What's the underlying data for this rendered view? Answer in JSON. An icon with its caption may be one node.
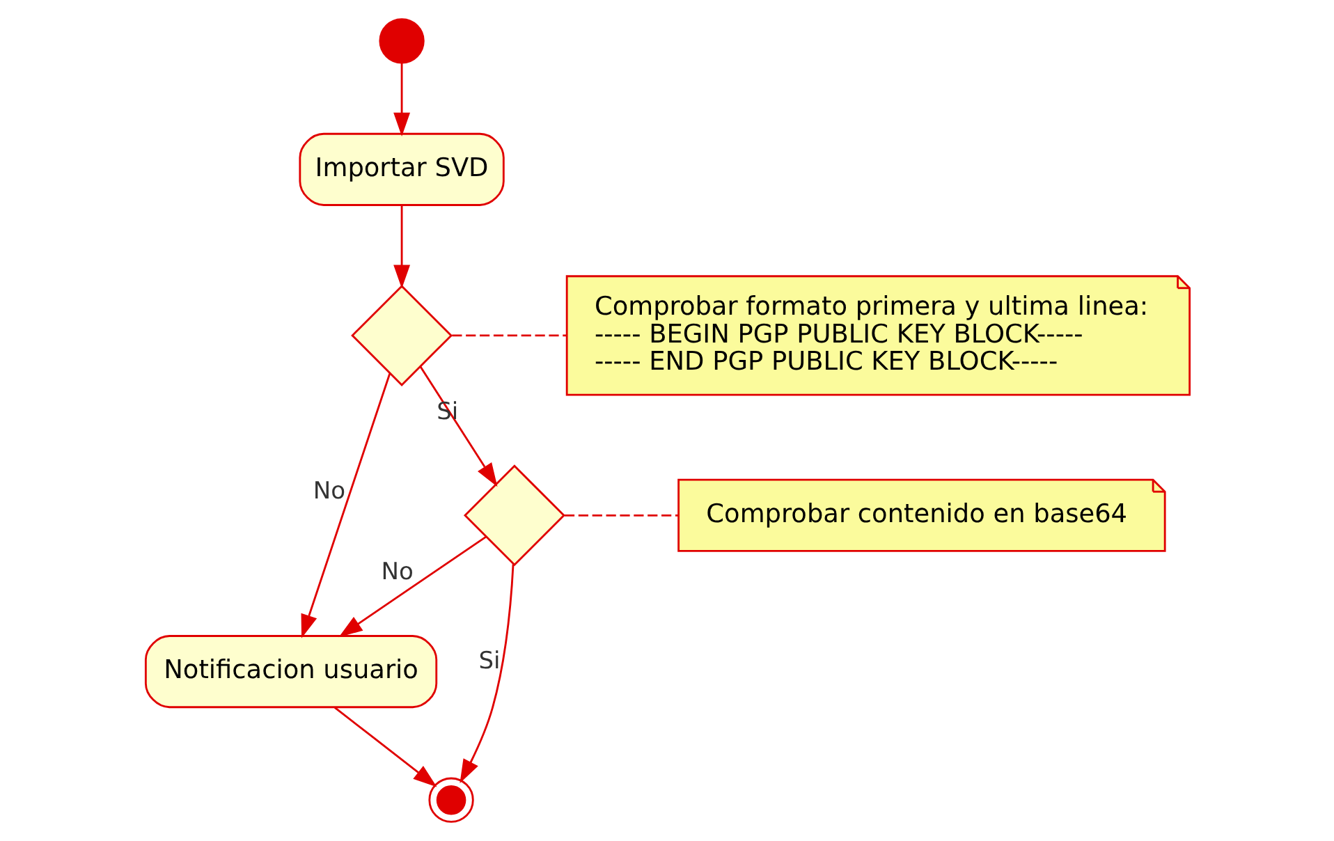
{
  "diagram": {
    "nodes": [
      {
        "text": [],
        "shape": "circle"
      },
      {
        "text": [
          "Importar SVD"
        ]
      },
      {
        "text": [],
        "shape": "diamond"
      },
      {
        "text": [
          "Comprobar formato primera y ultima linea:",
          "----- BEGIN PGP PUBLIC KEY BLOCK-----",
          "----- END PGP PUBLIC KEY BLOCK-----"
        ]
      },
      {
        "text": [],
        "shape": "diamond"
      },
      {
        "text": [
          "Comprobar contenido en base64"
        ]
      },
      {
        "text": [
          "Notificacion usuario"
        ]
      },
      {
        "text": [],
        "shape": "circle"
      }
    ],
    "edges": [
      {
        "from": 0,
        "to": 1,
        "arrow": "to"
      },
      {
        "from": 1,
        "to": 2,
        "arrow": "to"
      },
      {
        "from": 2,
        "to": 3,
        "arrow": "none",
        "style": "dashed"
      },
      {
        "from": 2,
        "to": 6,
        "arrow": "to",
        "label": "No"
      },
      {
        "from": 2,
        "to": 4,
        "arrow": "to",
        "label": "Si"
      },
      {
        "from": 4,
        "to": 5,
        "arrow": "none",
        "style": "dashed"
      },
      {
        "from": 4,
        "to": 6,
        "arrow": "to",
        "label": "No"
      },
      {
        "from": 4,
        "to": 7,
        "arrow": "to",
        "label": "Si"
      },
      {
        "from": 6,
        "to": 7,
        "arrow": "to"
      }
    ]
  }
}
